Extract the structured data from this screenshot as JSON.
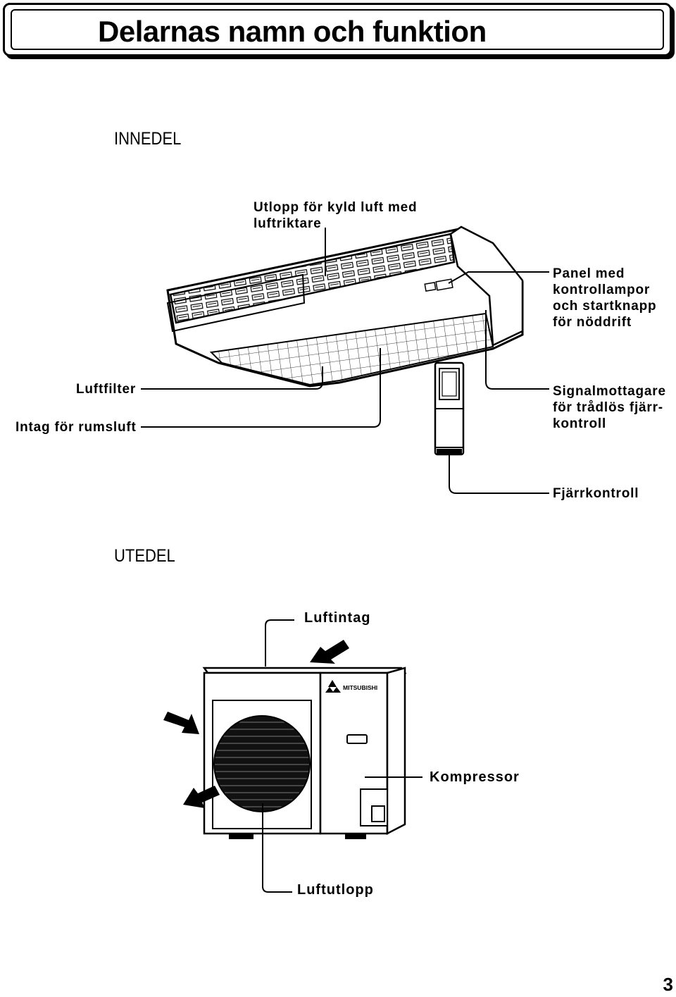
{
  "header": {
    "title": "Delarnas namn och funktion"
  },
  "indoor": {
    "section_title": "INNEDEL",
    "labels": {
      "outlet": "Utlopp för kyld luft med\nluftriktare",
      "panel": "Panel med\nkontrollampor\noch startknapp\nför nöddrift",
      "filter": "Luftfilter",
      "intake": "Intag för rumsluft",
      "receiver": "Signalmottagare\nför trådlös fjärr-\nkontroll",
      "remote": "Fjärrkontroll"
    }
  },
  "outdoor": {
    "section_title": "UTEDEL",
    "brand_logo": "MITSUBISHI",
    "labels": {
      "air_intake": "Luftintag",
      "compressor": "Kompressor",
      "air_outlet": "Luftutlopp"
    }
  },
  "footer": {
    "page_number": "3"
  }
}
